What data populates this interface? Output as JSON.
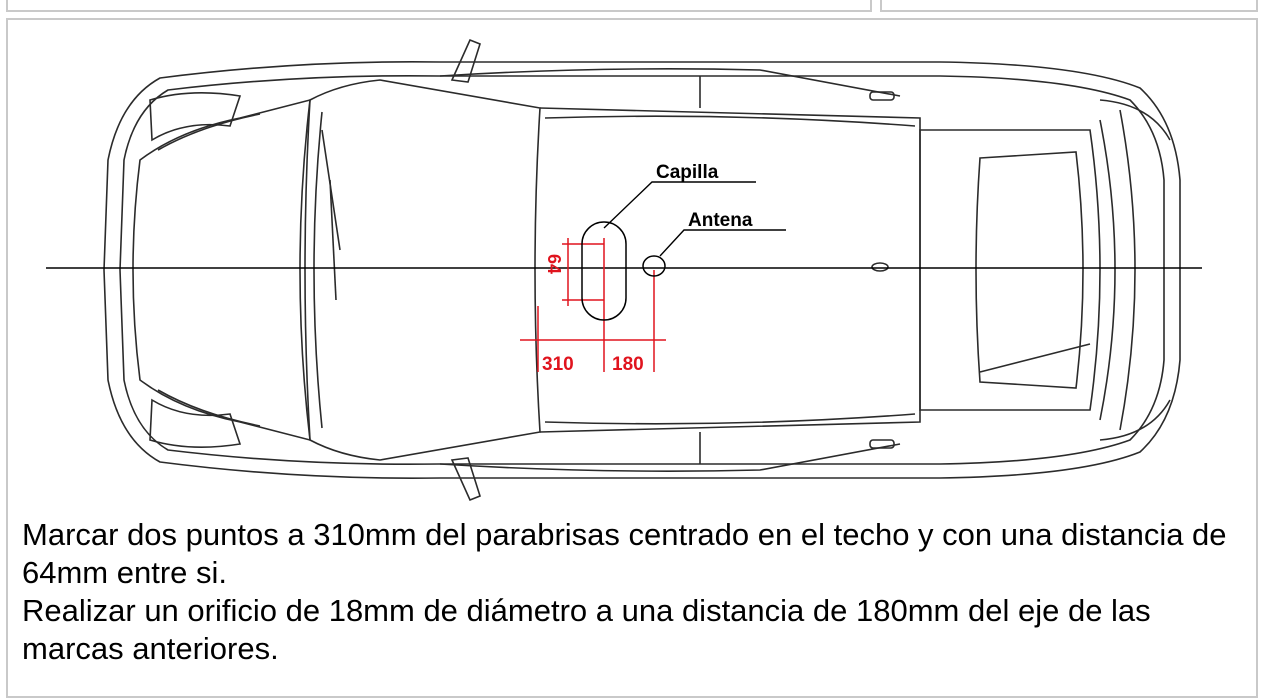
{
  "diagram": {
    "label_capilla": "Capilla",
    "label_antena": "Antena",
    "dim_64": "64",
    "dim_310": "310",
    "dim_180": "180",
    "colors": {
      "outline": "#2b2b2b",
      "dimension": "#e0141e",
      "border": "#c9c9c9"
    }
  },
  "instructions": {
    "step1": "Marcar dos puntos a 310mm del parabrisas centrado en el techo y con una distancia de 64mm entre si.",
    "step2": "Realizar un orificio de 18mm de diámetro a una distancia de 180mm del eje de las marcas anteriores."
  }
}
